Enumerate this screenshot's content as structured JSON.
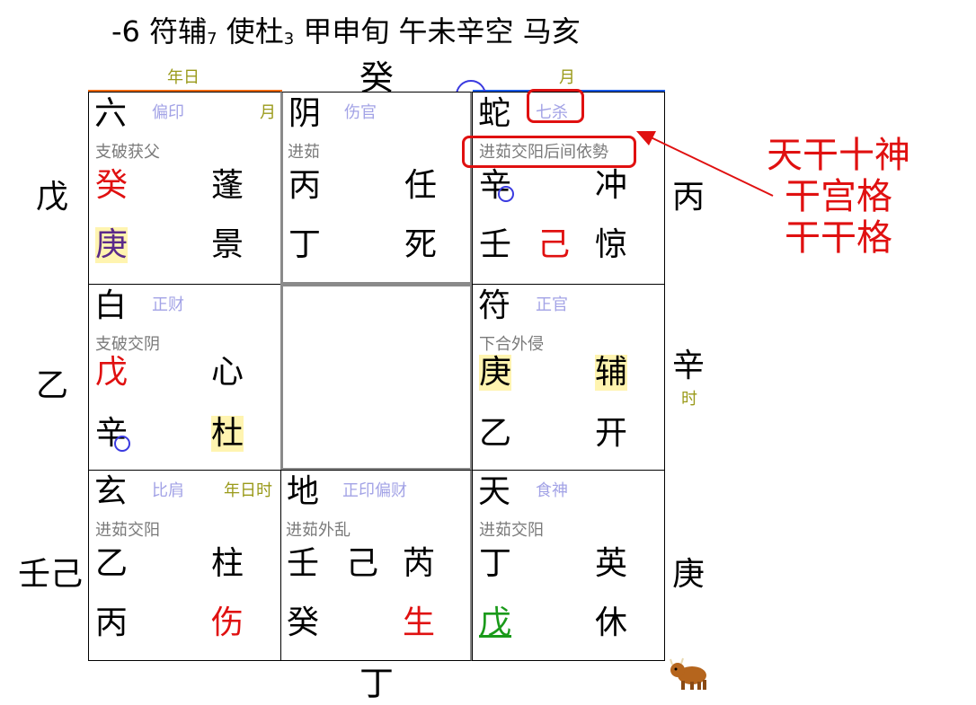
{
  "header": {
    "a": "-6 符辅",
    "b": "7",
    "c": " 使杜",
    "d": "3",
    "e": " 甲申旬 午未辛空 马亥"
  },
  "top": {
    "left_label": "年日",
    "center": "癸",
    "right_label": "月"
  },
  "left_side": [
    "戊",
    "乙",
    "壬己"
  ],
  "right_side": [
    "丙",
    "辛",
    "庚"
  ],
  "right_side_sub": "时",
  "bottom": "丁",
  "annotation": [
    "天干十神",
    "干宫格",
    "干干格"
  ],
  "cells": {
    "c00": {
      "god": "六",
      "ten": "偏印",
      "tag": "月",
      "pattern": "支破获父",
      "tl": "癸",
      "tr": "蓬",
      "bl": "庚",
      "br": "景"
    },
    "c01": {
      "god": "阴",
      "ten": "伤官",
      "pattern": "进茹",
      "tl": "丙",
      "tr": "任",
      "bl": "丁",
      "br": "死"
    },
    "c02": {
      "god": "蛇",
      "ten": "七杀",
      "pattern": "进茹交阳后间依勢",
      "tl": "辛",
      "tr": "冲",
      "bl": "壬",
      "bm": "己",
      "br": "惊"
    },
    "c10": {
      "god": "白",
      "ten": "正财",
      "pattern": "支破交阴",
      "tl": "戊",
      "tr": "心",
      "bl": "辛",
      "br": "杜"
    },
    "c12": {
      "god": "符",
      "ten": "正官",
      "pattern": "下合外侵",
      "tl": "庚",
      "tr": "辅",
      "bl": "乙",
      "br": "开"
    },
    "c20": {
      "god": "玄",
      "ten": "比肩",
      "tag": "年日时",
      "pattern": "进茹交阳",
      "tl": "乙",
      "tr": "柱",
      "bl": "丙",
      "br": "伤"
    },
    "c21": {
      "god": "地",
      "ten": "正印偏财",
      "pattern": "进茹外乱",
      "tl": "壬",
      "tm": "己",
      "tr": "芮",
      "bl": "癸",
      "br": "生"
    },
    "c22": {
      "god": "天",
      "ten": "食神",
      "pattern": "进茹交阳",
      "tl": "丁",
      "tr": "英",
      "bl": "戊",
      "br": "休"
    }
  },
  "colors": {
    "accent_orange": "#f06a10",
    "accent_blue": "#1a5ae8",
    "annotation_red": "#e01010"
  }
}
